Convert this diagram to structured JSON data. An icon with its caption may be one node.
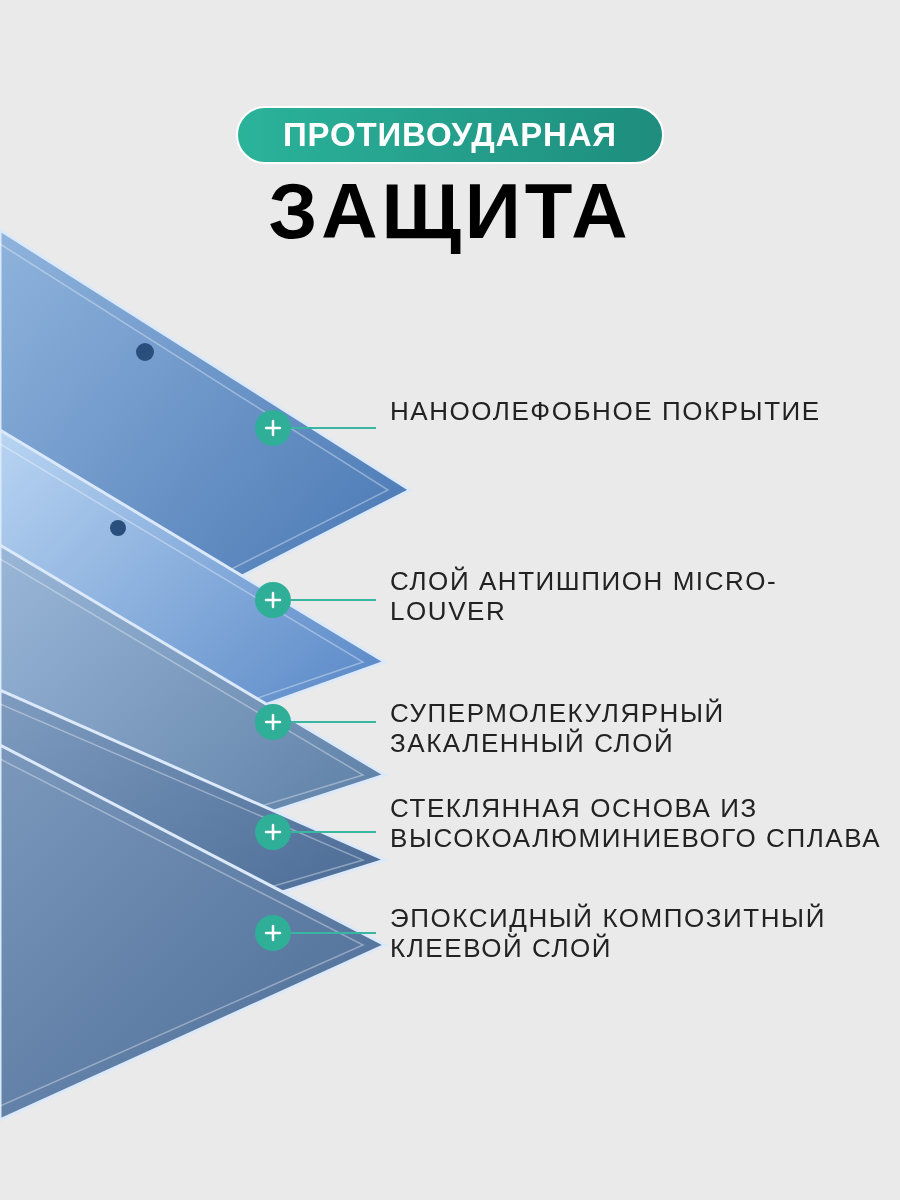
{
  "diagram": {
    "title": "ЗАЩИТА",
    "nodes": [
      {
        "text": [
          "ПРОТИВОУДАРНАЯ"
        ]
      },
      {
        "text": [
          "НАНООЛЕФОБНОЕ ПОКРЫТИЕ"
        ]
      },
      {
        "text": [
          "СЛОЙ АНТИШПИОН MICRO-LOUVER"
        ]
      },
      {
        "text": [
          "СУПЕРМОЛЕКУЛЯРНЫЙ ЗАКАЛЕННЫЙ СЛОЙ"
        ]
      },
      {
        "text": [
          "СТЕКЛЯННАЯ ОСНОВА ИЗ ВЫСОКОАЛЮМИНИЕВОГО СПЛАВА"
        ]
      },
      {
        "text": [
          "ЭПОКСИДНЫЙ КОМПОЗИТНЫЙ КЛЕЕВОЙ СЛОЙ"
        ]
      },
      {
        "text": [],
        "shape": "circle"
      },
      {
        "text": [],
        "shape": "circle"
      },
      {
        "text": [],
        "shape": "circle"
      },
      {
        "text": [],
        "shape": "circle"
      },
      {
        "text": [],
        "shape": "circle"
      }
    ],
    "edges": [
      {
        "from": 1,
        "to": 6,
        "arrow": "none"
      },
      {
        "from": 2,
        "to": 7,
        "arrow": "none"
      },
      {
        "from": 3,
        "to": 8,
        "arrow": "none"
      },
      {
        "from": 4,
        "to": 9,
        "arrow": "none"
      },
      {
        "from": 5,
        "to": 10,
        "arrow": "none"
      }
    ]
  }
}
